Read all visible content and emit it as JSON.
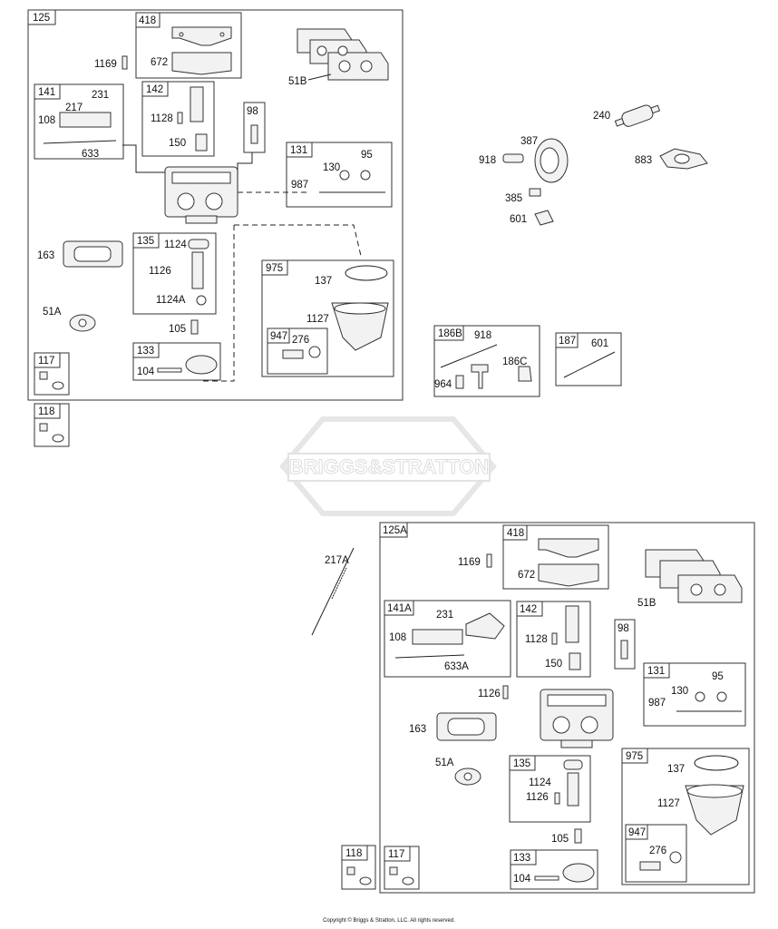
{
  "watermark": "BRIGGS&STRATTON",
  "copyright": "Copyright © Briggs & Stratton, LLC. All rights reserved.",
  "upper": {
    "kit": "125",
    "box_418": "418",
    "p672": "672",
    "p1169": "1169",
    "p51B": "51B",
    "box_141": "141",
    "p231": "231",
    "p217": "217",
    "p108": "108",
    "p633": "633",
    "box_142": "142",
    "p1128": "1128",
    "p150": "150",
    "box_98": "98",
    "box_131": "131",
    "p95": "95",
    "p130": "130",
    "p987": "987",
    "p163": "163",
    "box_135": "135",
    "p1124": "1124",
    "p1126": "1126",
    "p1124A": "1124A",
    "box_975": "975",
    "p137": "137",
    "p1127": "1127",
    "box_947": "947",
    "p276": "276",
    "p51A": "51A",
    "p105": "105",
    "box_133": "133",
    "p104": "104",
    "box_117": "117",
    "box_118": "118"
  },
  "fuel": {
    "p240": "240",
    "p918": "918",
    "p387": "387",
    "p883": "883",
    "p385": "385",
    "p601": "601",
    "box_186B": "186B",
    "p918b": "918",
    "p964": "964",
    "p186C": "186C",
    "box_187": "187",
    "p601b": "601"
  },
  "lower": {
    "p217A": "217A",
    "kit": "125A",
    "box_418": "418",
    "p1169": "1169",
    "p672": "672",
    "p51B": "51B",
    "box_141A": "141A",
    "p231": "231",
    "p108": "108",
    "p633A": "633A",
    "box_142": "142",
    "p1128": "1128",
    "p150": "150",
    "box_98": "98",
    "box_131": "131",
    "p95": "95",
    "p130": "130",
    "p987": "987",
    "p1126": "1126",
    "p163": "163",
    "p51A": "51A",
    "box_135": "135",
    "p1124": "1124",
    "p1126b": "1126",
    "box_975": "975",
    "p137": "137",
    "p1127": "1127",
    "box_947": "947",
    "p276": "276",
    "p105": "105",
    "box_133": "133",
    "p104": "104",
    "box_118": "118",
    "box_117": "117"
  }
}
